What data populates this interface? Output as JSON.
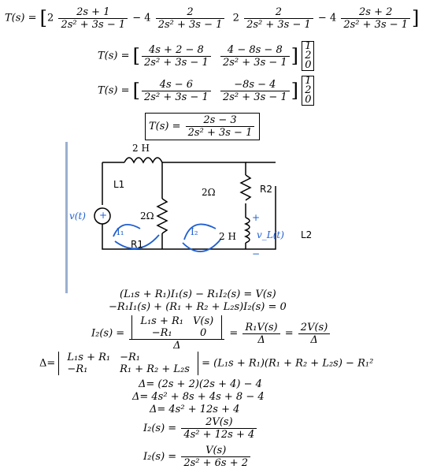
{
  "equations": {
    "e1": {
      "lhs": "T(s) =",
      "a_num": "2s + 1",
      "a_den": "2s² + 3s − 1",
      "a_coef": "2",
      "b_num": "2",
      "b_den": "2s² + 3s − 1",
      "b_coef": "− 4",
      "c_num": "2",
      "c_den": "2s² + 3s − 1",
      "c_coef": "2",
      "d_num": "2s + 2",
      "d_den": "2s² + 3s − 1",
      "d_coef": "− 4",
      "vec": [
        "1",
        "2",
        "0"
      ]
    },
    "e2": {
      "lhs": "T(s) =",
      "a_num": "4s + 2 − 8",
      "a_den": "2s² + 3s − 1",
      "b_num": "4 − 8s − 8",
      "b_den": "2s² + 3s − 1",
      "vec": [
        "1",
        "2",
        "0"
      ]
    },
    "e3": {
      "lhs": "T(s) =",
      "a_num": "4s − 6",
      "a_den": "2s² + 3s − 1",
      "b_num": "−8s − 4",
      "b_den": "2s² + 3s − 1",
      "vec": [
        "1",
        "2",
        "0"
      ]
    },
    "e4": {
      "lhs": "T(s) =",
      "num": "2s − 3",
      "den": "2s² + 3s − 1"
    }
  },
  "circuit": {
    "l1_value": "2 H",
    "l1_label": "L1",
    "r_top_value": "2Ω",
    "r2_label": "R2",
    "r1_value": "2Ω",
    "r1_label": "R1",
    "l2_value": "2 H",
    "l2_label": "L2",
    "source_label": "v(t)",
    "vl_label": "v_L(t)",
    "plus": "+",
    "minus": "−",
    "i1_hand": "I₁",
    "i2_hand": "I₂"
  },
  "derivation": {
    "eq_a": "(L₁s + R₁)I₁(s) − R₁I₂(s) = V(s)",
    "eq_b": "−R₁I₁(s) + (R₁ + R₂ + L₂s)I₂(s) = 0",
    "i2_lhs": "I₂(s) =",
    "i2_det_r1c1": "L₁s + R₁",
    "i2_det_r1c2": "V(s)",
    "i2_det_r2c1": "−R₁",
    "i2_det_r2c2": "0",
    "i2_den": "Δ",
    "i2_mid_num": "R₁V(s)",
    "i2_mid_den": "Δ",
    "i2_right_num": "2V(s)",
    "i2_right_den": "Δ",
    "delta_lhs": "Δ=",
    "d_r1c1": "L₁s + R₁",
    "d_r1c2": "−R₁",
    "d_r2c1": "−R₁",
    "d_r2c2": "R₁ + R₂ + L₂s",
    "delta_rhs": "= (L₁s + R₁)(R₁ + R₂ + L₂s) − R₁²",
    "step1": "Δ= (2s + 2)(2s + 4) − 4",
    "step2": "Δ= 4s² + 8s + 4s + 8 − 4",
    "step3": "Δ= 4s² + 12s + 4",
    "i2b_lhs": "I₂(s) =",
    "i2b_num": "2V(s)",
    "i2b_den": "4s² + 12s + 4",
    "i2c_lhs": "I₂(s) =",
    "i2c_num": "V(s)",
    "i2c_den": "2s² + 6s + 2"
  }
}
